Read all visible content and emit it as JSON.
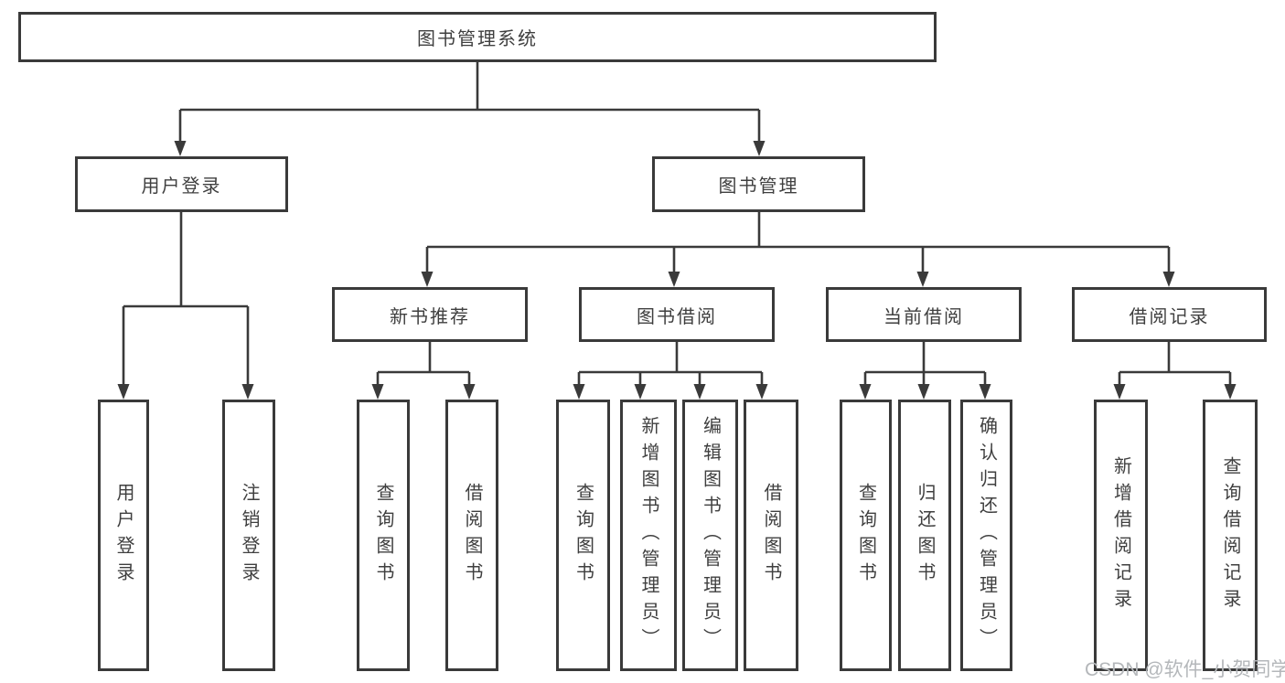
{
  "root": {
    "label": "图书管理系统"
  },
  "level2": [
    {
      "label": "用户登录",
      "children": [
        {
          "label": "用户登录"
        },
        {
          "label": "注销登录"
        }
      ]
    },
    {
      "label": "图书管理",
      "children": [
        {
          "label": "新书推荐",
          "children": [
            {
              "label": "查询图书"
            },
            {
              "label": "借阅图书"
            }
          ]
        },
        {
          "label": "图书借阅",
          "children": [
            {
              "label": "查询图书"
            },
            {
              "label": "新增图书（管理员）"
            },
            {
              "label": "编辑图书（管理员）"
            },
            {
              "label": "借阅图书"
            }
          ]
        },
        {
          "label": "当前借阅",
          "children": [
            {
              "label": "查询图书"
            },
            {
              "label": "归还图书"
            },
            {
              "label": "确认归还（管理员）"
            }
          ]
        },
        {
          "label": "借阅记录",
          "children": [
            {
              "label": "新增借阅记录"
            },
            {
              "label": "查询借阅记录"
            }
          ]
        }
      ]
    }
  ],
  "watermark": "CSDN @软件_小贺同学",
  "colors": {
    "line": "#3a3a3a",
    "text": "#3f3f3f",
    "watermark": "#b4b7ba",
    "background": "#ffffff"
  }
}
